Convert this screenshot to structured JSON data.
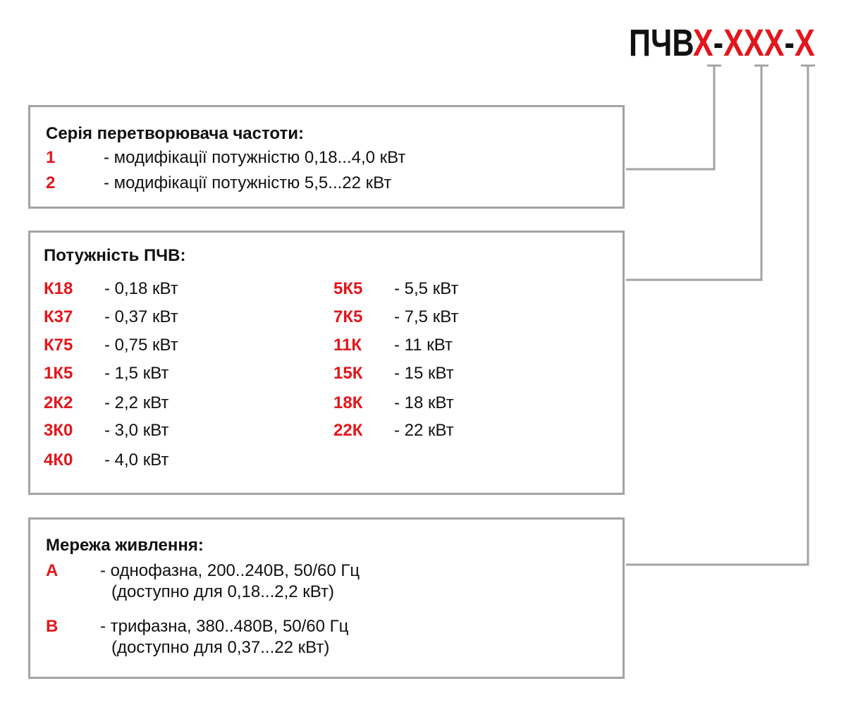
{
  "model_code": {
    "prefix": "ПЧВ",
    "seg1": "Х",
    "dash1": "-",
    "seg2": "ХХХ",
    "dash2": "-",
    "seg3": "Х"
  },
  "series_box": {
    "title": "Серія перетворювача частоти:",
    "items": [
      {
        "code": "1",
        "desc": "- модифікації потужністю 0,18...4,0 кВт"
      },
      {
        "code": "2",
        "desc": "- модифікації потужністю 5,5...22 кВт"
      }
    ]
  },
  "power_box": {
    "title": "Потужність ПЧВ:",
    "left": [
      {
        "code": "К18",
        "desc": "- 0,18 кВт"
      },
      {
        "code": "К37",
        "desc": "- 0,37 кВт"
      },
      {
        "code": "К75",
        "desc": "- 0,75 кВт"
      },
      {
        "code": "1К5",
        "desc": "- 1,5 кВт"
      },
      {
        "code": "2К2",
        "desc": "- 2,2 кВт"
      },
      {
        "code": "3К0",
        "desc": "- 3,0 кВт"
      },
      {
        "code": "4К0",
        "desc": "- 4,0 кВт"
      }
    ],
    "right": [
      {
        "code": "5К5",
        "desc": "- 5,5 кВт"
      },
      {
        "code": "7К5",
        "desc": "- 7,5 кВт"
      },
      {
        "code": "11К",
        "desc": "- 11 кВт"
      },
      {
        "code": "15К",
        "desc": "- 15 кВт"
      },
      {
        "code": "18К",
        "desc": "- 18 кВт"
      },
      {
        "code": "22К",
        "desc": "- 22 кВт"
      }
    ]
  },
  "supply_box": {
    "title": "Мережа живлення:",
    "items": [
      {
        "code": "А",
        "desc": "- однофазна, 200..240В, 50/60 Гц",
        "note": "(доступно для 0,18...2,2 кВт)"
      },
      {
        "code": "В",
        "desc": "- трифазна, 380..480В, 50/60 Гц",
        "note": "(доступно для 0,37...22 кВт)"
      }
    ]
  },
  "colors": {
    "accent_red": "#e2161c",
    "border_gray": "#a3a3a3",
    "text": "#111111"
  }
}
